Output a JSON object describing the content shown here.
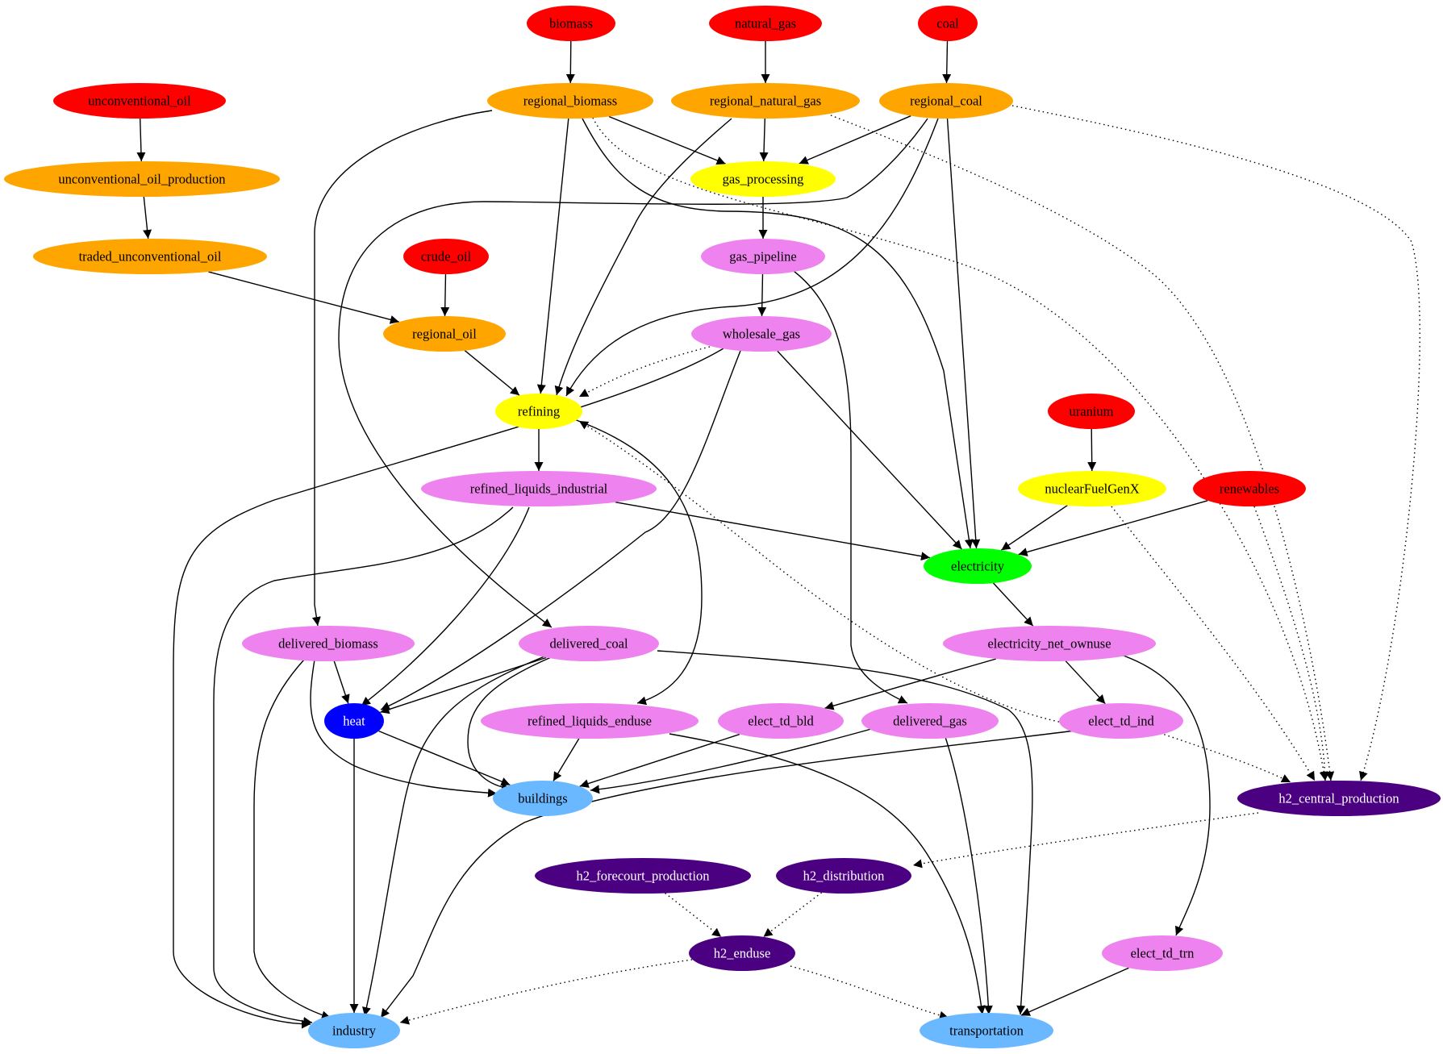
{
  "colors": {
    "primary_source": "#ff0000",
    "regional_supply": "#ffa500",
    "processing": "#ffff00",
    "delivery": "#ee82ee",
    "electricity": "#00ff00",
    "heat": "#0000ff",
    "end_use": "#6ab8ff",
    "hydrogen": "#4b0082",
    "edge": "#000000"
  },
  "nodes": [
    {
      "id": "biomass",
      "label": "biomass",
      "group": "primary_source"
    },
    {
      "id": "natural_gas",
      "label": "natural_gas",
      "group": "primary_source"
    },
    {
      "id": "coal",
      "label": "coal",
      "group": "primary_source"
    },
    {
      "id": "unconventional_oil",
      "label": "unconventional_oil",
      "group": "primary_source"
    },
    {
      "id": "regional_biomass",
      "label": "regional_biomass",
      "group": "regional_supply"
    },
    {
      "id": "regional_natural_gas",
      "label": "regional_natural_gas",
      "group": "regional_supply"
    },
    {
      "id": "regional_coal",
      "label": "regional_coal",
      "group": "regional_supply"
    },
    {
      "id": "unconventional_oil_production",
      "label": "unconventional_oil_production",
      "group": "regional_supply"
    },
    {
      "id": "gas_processing",
      "label": "gas_processing",
      "group": "processing"
    },
    {
      "id": "traded_unconventional_oil",
      "label": "traded_unconventional_oil",
      "group": "regional_supply"
    },
    {
      "id": "crude_oil",
      "label": "crude_oil",
      "group": "primary_source"
    },
    {
      "id": "gas_pipeline",
      "label": "gas_pipeline",
      "group": "delivery"
    },
    {
      "id": "regional_oil",
      "label": "regional_oil",
      "group": "regional_supply"
    },
    {
      "id": "wholesale_gas",
      "label": "wholesale_gas",
      "group": "delivery"
    },
    {
      "id": "refining",
      "label": "refining",
      "group": "processing"
    },
    {
      "id": "uranium",
      "label": "uranium",
      "group": "primary_source"
    },
    {
      "id": "refined_liquids_industrial",
      "label": "refined_liquids_industrial",
      "group": "delivery"
    },
    {
      "id": "nuclearFuelGenX",
      "label": "nuclearFuelGenX",
      "group": "processing"
    },
    {
      "id": "renewables",
      "label": "renewables",
      "group": "primary_source"
    },
    {
      "id": "electricity",
      "label": "electricity",
      "group": "electricity"
    },
    {
      "id": "delivered_biomass",
      "label": "delivered_biomass",
      "group": "delivery"
    },
    {
      "id": "delivered_coal",
      "label": "delivered_coal",
      "group": "delivery"
    },
    {
      "id": "electricity_net_ownuse",
      "label": "electricity_net_ownuse",
      "group": "delivery"
    },
    {
      "id": "heat",
      "label": "heat",
      "group": "heat"
    },
    {
      "id": "refined_liquids_enduse",
      "label": "refined_liquids_enduse",
      "group": "delivery"
    },
    {
      "id": "elect_td_bld",
      "label": "elect_td_bld",
      "group": "delivery"
    },
    {
      "id": "delivered_gas",
      "label": "delivered_gas",
      "group": "delivery"
    },
    {
      "id": "elect_td_ind",
      "label": "elect_td_ind",
      "group": "delivery"
    },
    {
      "id": "buildings",
      "label": "buildings",
      "group": "end_use"
    },
    {
      "id": "h2_central_production",
      "label": "h2_central_production",
      "group": "hydrogen"
    },
    {
      "id": "h2_forecourt_production",
      "label": "h2_forecourt_production",
      "group": "hydrogen"
    },
    {
      "id": "h2_distribution",
      "label": "h2_distribution",
      "group": "hydrogen"
    },
    {
      "id": "h2_enduse",
      "label": "h2_enduse",
      "group": "hydrogen"
    },
    {
      "id": "elect_td_trn",
      "label": "elect_td_trn",
      "group": "delivery"
    },
    {
      "id": "industry",
      "label": "industry",
      "group": "end_use"
    },
    {
      "id": "transportation",
      "label": "transportation",
      "group": "end_use"
    }
  ],
  "edges": [
    {
      "from": "biomass",
      "to": "regional_biomass",
      "style": "solid"
    },
    {
      "from": "natural_gas",
      "to": "regional_natural_gas",
      "style": "solid"
    },
    {
      "from": "coal",
      "to": "regional_coal",
      "style": "solid"
    },
    {
      "from": "unconventional_oil",
      "to": "unconventional_oil_production",
      "style": "solid"
    },
    {
      "from": "unconventional_oil_production",
      "to": "traded_unconventional_oil",
      "style": "solid"
    },
    {
      "from": "crude_oil",
      "to": "regional_oil",
      "style": "solid"
    },
    {
      "from": "traded_unconventional_oil",
      "to": "regional_oil",
      "style": "solid"
    },
    {
      "from": "regional_oil",
      "to": "refining",
      "style": "solid"
    },
    {
      "from": "regional_biomass",
      "to": "gas_processing",
      "style": "solid"
    },
    {
      "from": "regional_natural_gas",
      "to": "gas_processing",
      "style": "solid"
    },
    {
      "from": "regional_coal",
      "to": "gas_processing",
      "style": "solid"
    },
    {
      "from": "regional_biomass",
      "to": "refining",
      "style": "solid"
    },
    {
      "from": "regional_natural_gas",
      "to": "refining",
      "style": "solid"
    },
    {
      "from": "regional_coal",
      "to": "refining",
      "style": "solid"
    },
    {
      "from": "regional_biomass",
      "to": "delivered_biomass",
      "style": "solid"
    },
    {
      "from": "regional_biomass",
      "to": "electricity",
      "style": "solid"
    },
    {
      "from": "regional_coal",
      "to": "electricity",
      "style": "solid"
    },
    {
      "from": "regional_coal",
      "to": "delivered_coal",
      "style": "solid"
    },
    {
      "from": "regional_biomass",
      "to": "h2_central_production",
      "style": "dotted"
    },
    {
      "from": "regional_natural_gas",
      "to": "h2_central_production",
      "style": "dotted"
    },
    {
      "from": "regional_coal",
      "to": "h2_central_production",
      "style": "dotted"
    },
    {
      "from": "gas_processing",
      "to": "gas_pipeline",
      "style": "solid"
    },
    {
      "from": "gas_pipeline",
      "to": "wholesale_gas",
      "style": "solid"
    },
    {
      "from": "gas_pipeline",
      "to": "delivered_gas",
      "style": "solid"
    },
    {
      "from": "wholesale_gas",
      "to": "refining",
      "style": "dotted"
    },
    {
      "from": "wholesale_gas",
      "to": "electricity",
      "style": "solid"
    },
    {
      "from": "wholesale_gas",
      "to": "heat",
      "style": "solid"
    },
    {
      "from": "wholesale_gas",
      "to": "industry",
      "style": "solid"
    },
    {
      "from": "refining",
      "to": "refined_liquids_industrial",
      "style": "solid"
    },
    {
      "from": "refining",
      "to": "refined_liquids_enduse",
      "style": "solid"
    },
    {
      "from": "refined_liquids_industrial",
      "to": "electricity",
      "style": "solid"
    },
    {
      "from": "refined_liquids_industrial",
      "to": "heat",
      "style": "solid"
    },
    {
      "from": "refined_liquids_industrial",
      "to": "industry",
      "style": "solid"
    },
    {
      "from": "uranium",
      "to": "nuclearFuelGenX",
      "style": "solid"
    },
    {
      "from": "nuclearFuelGenX",
      "to": "electricity",
      "style": "solid"
    },
    {
      "from": "nuclearFuelGenX",
      "to": "h2_central_production",
      "style": "dotted"
    },
    {
      "from": "renewables",
      "to": "electricity",
      "style": "solid"
    },
    {
      "from": "renewables",
      "to": "h2_central_production",
      "style": "dotted"
    },
    {
      "from": "electricity",
      "to": "electricity_net_ownuse",
      "style": "solid"
    },
    {
      "from": "electricity_net_ownuse",
      "to": "elect_td_bld",
      "style": "solid"
    },
    {
      "from": "electricity_net_ownuse",
      "to": "elect_td_ind",
      "style": "solid"
    },
    {
      "from": "electricity_net_ownuse",
      "to": "elect_td_trn",
      "style": "solid"
    },
    {
      "from": "elect_td_ind",
      "to": "refining",
      "style": "dotted"
    },
    {
      "from": "elect_td_ind",
      "to": "h2_central_production",
      "style": "dotted"
    },
    {
      "from": "elect_td_ind",
      "to": "industry",
      "style": "solid"
    },
    {
      "from": "delivered_biomass",
      "to": "heat",
      "style": "solid"
    },
    {
      "from": "delivered_biomass",
      "to": "buildings",
      "style": "solid"
    },
    {
      "from": "delivered_biomass",
      "to": "industry",
      "style": "solid"
    },
    {
      "from": "delivered_coal",
      "to": "heat",
      "style": "solid"
    },
    {
      "from": "delivered_coal",
      "to": "buildings",
      "style": "solid"
    },
    {
      "from": "delivered_coal",
      "to": "industry",
      "style": "solid"
    },
    {
      "from": "delivered_coal",
      "to": "transportation",
      "style": "solid"
    },
    {
      "from": "heat",
      "to": "buildings",
      "style": "solid"
    },
    {
      "from": "heat",
      "to": "industry",
      "style": "solid"
    },
    {
      "from": "refined_liquids_enduse",
      "to": "buildings",
      "style": "solid"
    },
    {
      "from": "refined_liquids_enduse",
      "to": "transportation",
      "style": "solid"
    },
    {
      "from": "elect_td_bld",
      "to": "buildings",
      "style": "solid"
    },
    {
      "from": "delivered_gas",
      "to": "buildings",
      "style": "solid"
    },
    {
      "from": "delivered_gas",
      "to": "transportation",
      "style": "solid"
    },
    {
      "from": "h2_central_production",
      "to": "h2_distribution",
      "style": "dotted"
    },
    {
      "from": "h2_forecourt_production",
      "to": "h2_enduse",
      "style": "dotted"
    },
    {
      "from": "h2_distribution",
      "to": "h2_enduse",
      "style": "dotted"
    },
    {
      "from": "h2_enduse",
      "to": "industry",
      "style": "dotted"
    },
    {
      "from": "h2_enduse",
      "to": "transportation",
      "style": "dotted"
    },
    {
      "from": "elect_td_trn",
      "to": "transportation",
      "style": "solid"
    }
  ]
}
